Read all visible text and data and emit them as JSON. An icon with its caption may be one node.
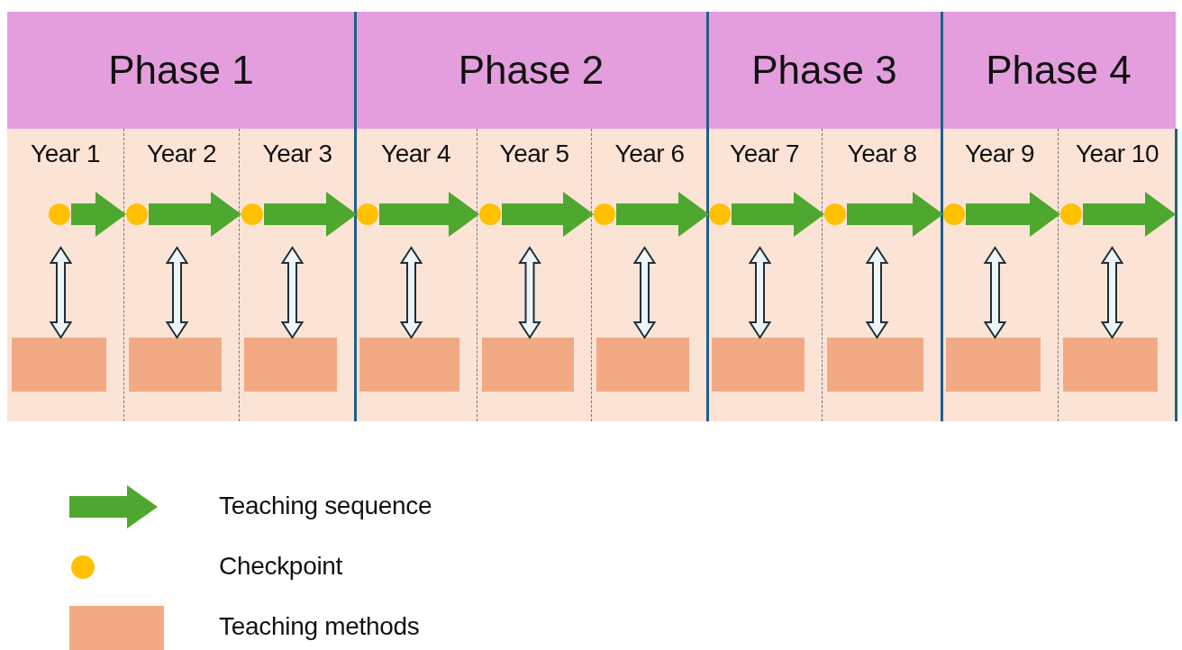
{
  "diagram": {
    "nodes": [
      {
        "text": [
          "Phase 1"
        ]
      },
      {
        "text": [
          "Year 1"
        ],
        "in": 0
      },
      {
        "text": [],
        "shape": "circle",
        "in": 1
      },
      {
        "text": [],
        "shape": "box",
        "in": 1
      },
      {
        "text": [
          "Year 2"
        ],
        "in": 0
      },
      {
        "text": [],
        "shape": "circle",
        "in": 4
      },
      {
        "text": [],
        "shape": "box",
        "in": 4
      },
      {
        "text": [
          "Year 3"
        ],
        "in": 0
      },
      {
        "text": [],
        "shape": "circle",
        "in": 7
      },
      {
        "text": [],
        "shape": "box",
        "in": 7
      },
      {
        "text": [
          "Phase 2"
        ]
      },
      {
        "text": [
          "Year 4"
        ],
        "in": 10
      },
      {
        "text": [],
        "shape": "circle",
        "in": 11
      },
      {
        "text": [],
        "shape": "box",
        "in": 11
      },
      {
        "text": [
          "Year 5"
        ],
        "in": 10
      },
      {
        "text": [],
        "shape": "circle",
        "in": 14
      },
      {
        "text": [],
        "shape": "box",
        "in": 14
      },
      {
        "text": [
          "Year 6"
        ],
        "in": 10
      },
      {
        "text": [],
        "shape": "circle",
        "in": 17
      },
      {
        "text": [],
        "shape": "box",
        "in": 17
      },
      {
        "text": [
          "Phase 3"
        ]
      },
      {
        "text": [
          "Year 7"
        ],
        "in": 20
      },
      {
        "text": [],
        "shape": "circle",
        "in": 21
      },
      {
        "text": [],
        "shape": "box",
        "in": 21
      },
      {
        "text": [
          "Year 8"
        ],
        "in": 20
      },
      {
        "text": [],
        "shape": "circle",
        "in": 24
      },
      {
        "text": [],
        "shape": "box",
        "in": 24
      },
      {
        "text": [
          "Phase 4"
        ]
      },
      {
        "text": [
          "Year 9"
        ],
        "in": 27
      },
      {
        "text": [],
        "shape": "circle",
        "in": 28
      },
      {
        "text": [],
        "shape": "box",
        "in": 28
      },
      {
        "text": [
          "Year 10"
        ],
        "in": 27
      },
      {
        "text": [],
        "shape": "circle",
        "in": 31
      },
      {
        "text": [],
        "shape": "box",
        "in": 31
      }
    ],
    "edges": [
      {
        "from": 2,
        "to": 5,
        "arrow": "to",
        "style": "thick",
        "color": "#4ea72e"
      },
      {
        "from": 5,
        "to": 8,
        "arrow": "to",
        "style": "thick",
        "color": "#4ea72e"
      },
      {
        "from": 8,
        "to": 12,
        "arrow": "to",
        "style": "thick",
        "color": "#4ea72e"
      },
      {
        "from": 12,
        "to": 15,
        "arrow": "to",
        "style": "thick",
        "color": "#4ea72e"
      },
      {
        "from": 15,
        "to": 18,
        "arrow": "to",
        "style": "thick",
        "color": "#4ea72e"
      },
      {
        "from": 18,
        "to": 22,
        "arrow": "to",
        "style": "thick",
        "color": "#4ea72e"
      },
      {
        "from": 22,
        "to": 25,
        "arrow": "to",
        "style": "thick",
        "color": "#4ea72e"
      },
      {
        "from": 25,
        "to": 29,
        "arrow": "to",
        "style": "thick",
        "color": "#4ea72e"
      },
      {
        "from": 29,
        "to": 32,
        "arrow": "to",
        "style": "thick",
        "color": "#4ea72e"
      },
      {
        "from": 32,
        "to": null,
        "arrow": "to",
        "style": "thick",
        "color": "#4ea72e"
      },
      {
        "from": null,
        "to": 3,
        "arrow": "both"
      },
      {
        "from": null,
        "to": 6,
        "arrow": "both"
      },
      {
        "from": null,
        "to": 9,
        "arrow": "both"
      },
      {
        "from": null,
        "to": 13,
        "arrow": "both"
      },
      {
        "from": null,
        "to": 16,
        "arrow": "both"
      },
      {
        "from": null,
        "to": 19,
        "arrow": "both"
      },
      {
        "from": null,
        "to": 23,
        "arrow": "both"
      },
      {
        "from": null,
        "to": 26,
        "arrow": "both"
      },
      {
        "from": null,
        "to": 30,
        "arrow": "both"
      },
      {
        "from": null,
        "to": 33,
        "arrow": "both"
      }
    ],
    "legend": [
      {
        "text": "Teaching sequence"
      },
      {
        "text": "Checkpoint"
      },
      {
        "text": "Teaching methods",
        "color": "#f2aa84"
      }
    ]
  }
}
